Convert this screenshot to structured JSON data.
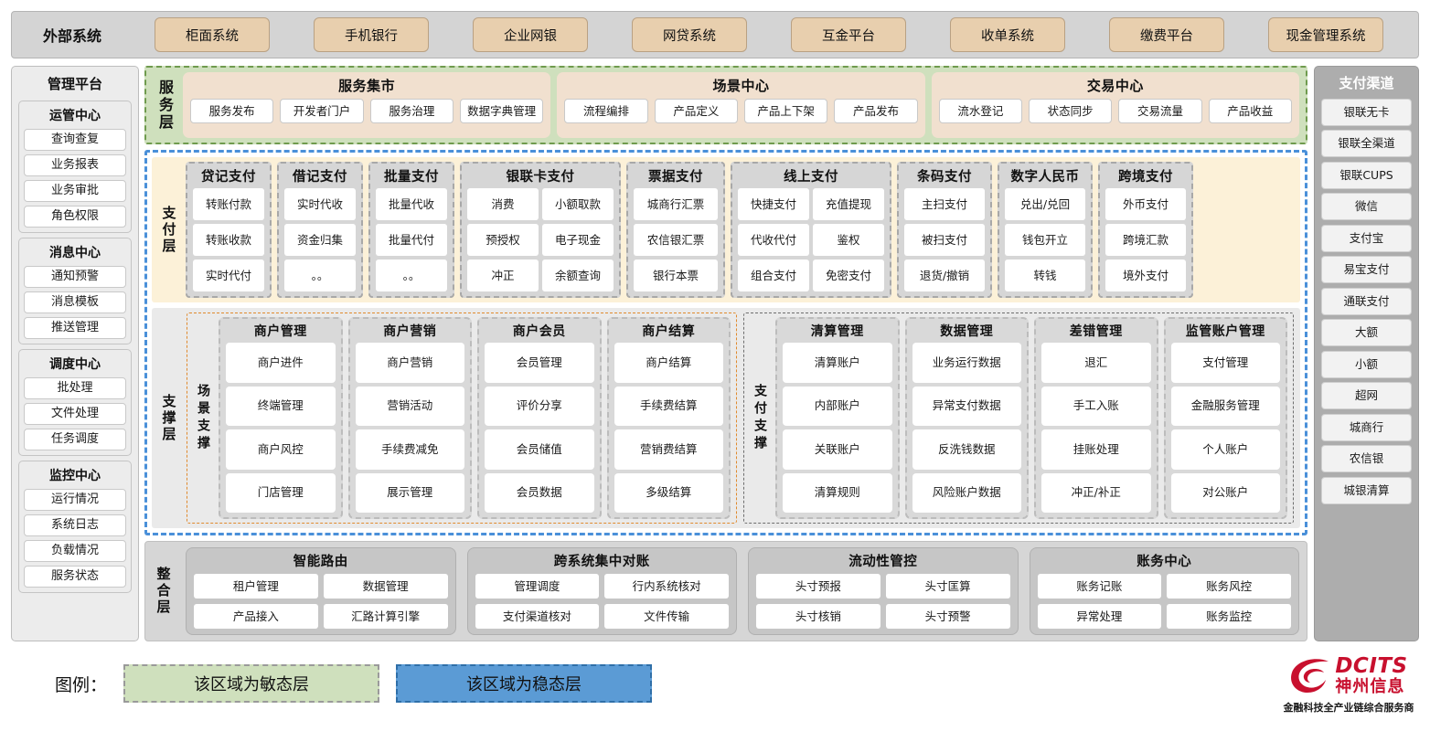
{
  "external": {
    "title": "外部系统",
    "systems": [
      "柜面系统",
      "手机银行",
      "企业网银",
      "网贷系统",
      "互金平台",
      "收单系统",
      "缴费平台",
      "现金管理系统"
    ]
  },
  "management_platform": {
    "title": "管理平台",
    "groups": [
      {
        "name": "运管中心",
        "items": [
          "查询查复",
          "业务报表",
          "业务审批",
          "角色权限"
        ]
      },
      {
        "name": "消息中心",
        "items": [
          "通知预警",
          "消息模板",
          "推送管理"
        ]
      },
      {
        "name": "调度中心",
        "items": [
          "批处理",
          "文件处理",
          "任务调度"
        ]
      },
      {
        "name": "监控中心",
        "items": [
          "运行情况",
          "系统日志",
          "负载情况",
          "服务状态"
        ]
      }
    ]
  },
  "payment_channels": {
    "title": "支付渠道",
    "items": [
      "银联无卡",
      "银联全渠道",
      "银联CUPS",
      "微信",
      "支付宝",
      "易宝支付",
      "通联支付",
      "大额",
      "小额",
      "超网",
      "城商行",
      "农信银",
      "城银清算"
    ]
  },
  "service_layer": {
    "label": "服务层",
    "groups": [
      {
        "name": "服务集市",
        "items": [
          "服务发布",
          "开发者门户",
          "服务治理",
          "数据字典管理"
        ]
      },
      {
        "name": "场景中心",
        "items": [
          "流程编排",
          "产品定义",
          "产品上下架",
          "产品发布"
        ]
      },
      {
        "name": "交易中心",
        "items": [
          "流水登记",
          "状态同步",
          "交易流量",
          "产品收益"
        ]
      }
    ]
  },
  "payment_layer": {
    "label": "支付层",
    "groups": [
      {
        "name": "贷记支付",
        "cols": 1,
        "width": 94,
        "items": [
          "转账付款",
          "转账收款",
          "实时代付"
        ]
      },
      {
        "name": "借记支付",
        "cols": 1,
        "width": 94,
        "items": [
          "实时代收",
          "资金归集",
          "。。"
        ]
      },
      {
        "name": "批量支付",
        "cols": 1,
        "width": 94,
        "items": [
          "批量代收",
          "批量代付",
          "。。"
        ]
      },
      {
        "name": "银联卡支付",
        "cols": 2,
        "width": 176,
        "items": [
          "消费",
          "小额取款",
          "预授权",
          "电子现金",
          "冲正",
          "余额查询"
        ]
      },
      {
        "name": "票据支付",
        "cols": 1,
        "width": 108,
        "items": [
          "城商行汇票",
          "农信银汇票",
          "银行本票"
        ]
      },
      {
        "name": "线上支付",
        "cols": 2,
        "width": 176,
        "items": [
          "快捷支付",
          "充值提现",
          "代收代付",
          "鉴权",
          "组合支付",
          "免密支付"
        ]
      },
      {
        "name": "条码支付",
        "cols": 1,
        "width": 104,
        "items": [
          "主扫支付",
          "被扫支付",
          "退货/撤销"
        ]
      },
      {
        "name": "数字人民币",
        "cols": 1,
        "width": 104,
        "items": [
          "兑出/兑回",
          "钱包开立",
          "转钱"
        ]
      },
      {
        "name": "跨境支付",
        "cols": 1,
        "width": 104,
        "items": [
          "外币支付",
          "跨境汇款",
          "境外支付"
        ]
      }
    ]
  },
  "support_layer": {
    "label": "支撑层",
    "zones": [
      {
        "label": "场景支撑",
        "style": "scene",
        "groups": [
          {
            "name": "商户管理",
            "items": [
              "商户进件",
              "终端管理",
              "商户风控",
              "门店管理"
            ]
          },
          {
            "name": "商户营销",
            "items": [
              "商户营销",
              "营销活动",
              "手续费减免",
              "展示管理"
            ]
          },
          {
            "name": "商户会员",
            "items": [
              "会员管理",
              "评价分享",
              "会员储值",
              "会员数据"
            ]
          },
          {
            "name": "商户结算",
            "items": [
              "商户结算",
              "手续费结算",
              "营销费结算",
              "多级结算"
            ]
          }
        ]
      },
      {
        "label": "支付支撑",
        "style": "payment",
        "groups": [
          {
            "name": "清算管理",
            "items": [
              "清算账户",
              "内部账户",
              "关联账户",
              "清算规则"
            ]
          },
          {
            "name": "数据管理",
            "items": [
              "业务运行数据",
              "异常支付数据",
              "反洗钱数据",
              "风险账户数据"
            ]
          },
          {
            "name": "差错管理",
            "items": [
              "退汇",
              "手工入账",
              "挂账处理",
              "冲正/补正"
            ]
          },
          {
            "name": "监管账户管理",
            "items": [
              "支付管理",
              "金融服务管理",
              "个人账户",
              "对公账户"
            ]
          }
        ]
      }
    ]
  },
  "integration_layer": {
    "label": "整合层",
    "groups": [
      {
        "name": "智能路由",
        "items": [
          "租户管理",
          "数据管理",
          "产品接入",
          "汇路计算引擎"
        ]
      },
      {
        "name": "跨系统集中对账",
        "items": [
          "管理调度",
          "行内系统核对",
          "支付渠道核对",
          "文件传输"
        ]
      },
      {
        "name": "流动性管控",
        "items": [
          "头寸预报",
          "头寸匡算",
          "头寸核销",
          "头寸预警"
        ]
      },
      {
        "name": "账务中心",
        "items": [
          "账务记账",
          "账务风控",
          "异常处理",
          "账务监控"
        ]
      }
    ]
  },
  "legend": {
    "label": "图例：",
    "agile": "该区域为敏态层",
    "stable": "该区域为稳态层"
  },
  "logo": {
    "en": "DCITS",
    "cn": "神州信息",
    "tagline": "金融科技全产业链综合服务商"
  },
  "colors": {
    "agile_green": "#cfe0bd",
    "stable_blue": "#5b9bd5",
    "payment_cream": "#fcf1d8",
    "external_tan": "#e8cfae",
    "brand_red": "#c8102e"
  }
}
